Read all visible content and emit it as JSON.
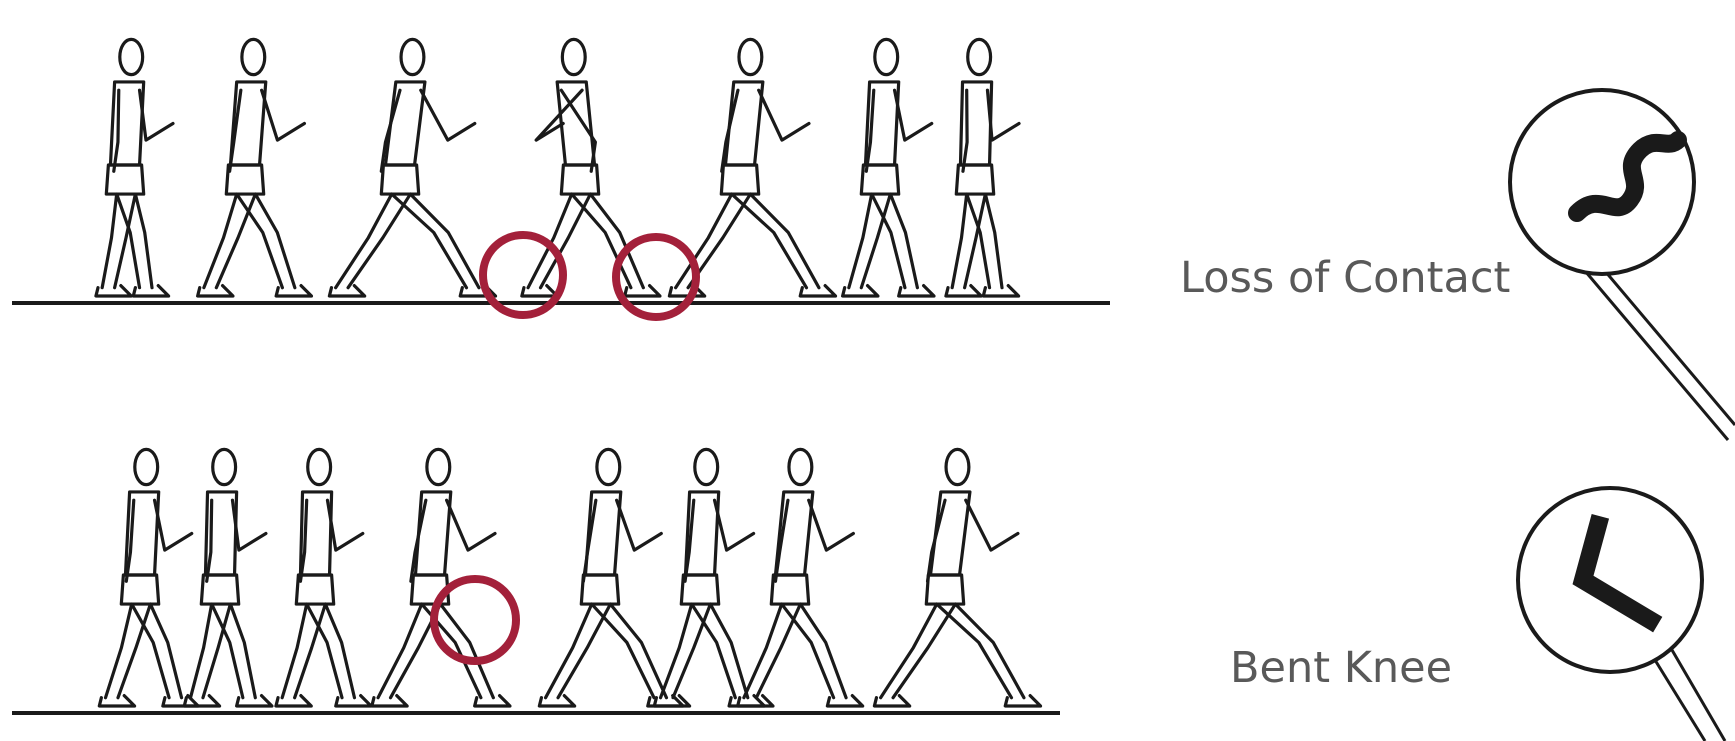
{
  "rows": [
    {
      "label": "Loss of Contact",
      "sign_icon": "wavy-line-icon",
      "highlighted_circles": 2
    },
    {
      "label": "Bent Knee",
      "sign_icon": "bent-angle-icon",
      "highlighted_circles": 1
    }
  ],
  "colors": {
    "line": "#1a1a1a",
    "highlight": "#a3203a",
    "label_text": "#595959",
    "background": "#ffffff"
  }
}
